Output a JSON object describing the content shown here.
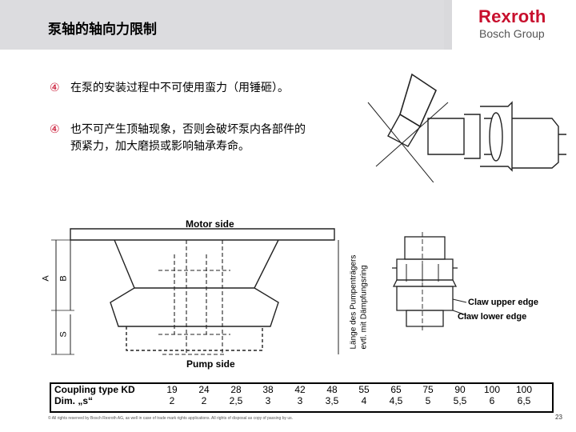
{
  "header": {
    "title": "泵轴的轴向力限制",
    "logo_main": "Rexroth",
    "logo_sub": "Bosch Group",
    "brand_color": "#c8102e"
  },
  "bullets": [
    {
      "marker": "④",
      "text": "在泵的安装过程中不可使用蛮力（用锤砸）。"
    },
    {
      "marker": "④",
      "text": "也不可产生顶轴现象，否则会破坏泵内各部件的预紧力，加大磨损或影响轴承寿命。"
    }
  ],
  "diagram": {
    "motor_side": "Motor side",
    "pump_side": "Pump side",
    "dim_a": "A",
    "dim_b": "B",
    "dim_s": "S",
    "vertical_label_1": "Länge des Pumpenträgers",
    "vertical_label_2": "evtl. mit Dämpfungsring",
    "claw_upper": "Claw upper edge",
    "claw_lower": "Claw lower edge"
  },
  "table": {
    "row1_label": "Coupling type KD",
    "row2_label": "Dim. „s“",
    "coupling_types": [
      "19",
      "24",
      "28",
      "38",
      "42",
      "48",
      "55",
      "65",
      "75",
      "90",
      "100",
      "100"
    ],
    "dims": [
      "2",
      "2",
      "2,5",
      "3",
      "3",
      "3,5",
      "4",
      "4,5",
      "5",
      "5,5",
      "6",
      "6,5"
    ]
  },
  "footer": {
    "copyright": "© All rights reserved by Bosch Rexroth AG, as well in case of trade mark rights applications. All rights of disposal as copy of passing by us.",
    "page_number": "23"
  }
}
